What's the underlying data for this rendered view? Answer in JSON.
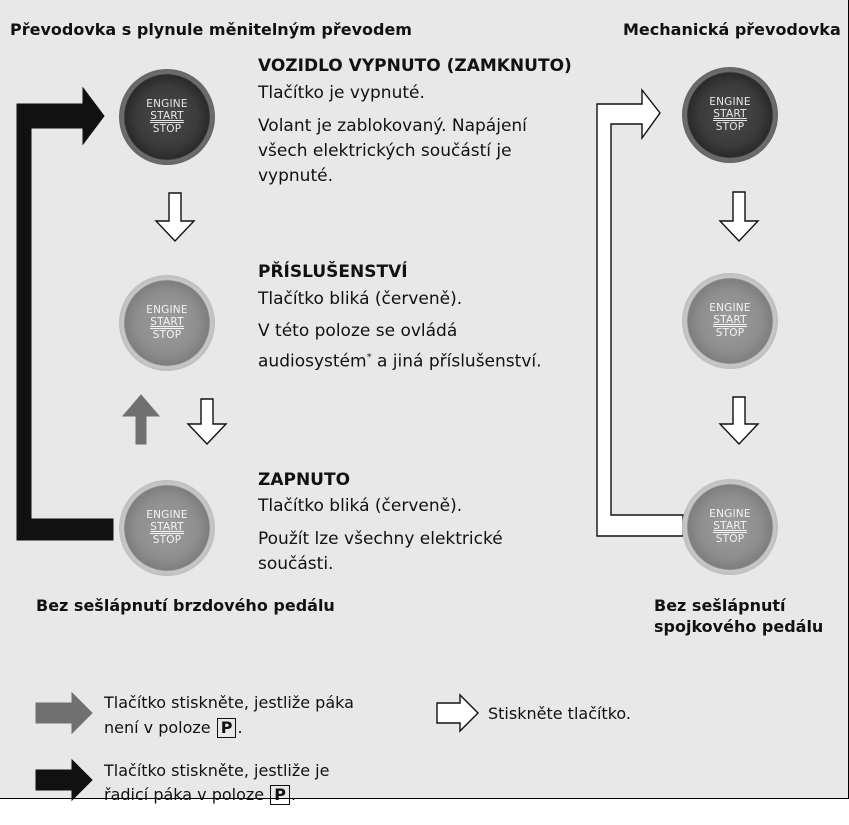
{
  "left_title": "Převodovka s plynule měnitelným převodem",
  "right_title": "Mechanická převodovka",
  "buttons": {
    "line1": "ENGINE",
    "line2": "START",
    "line3": "STOP"
  },
  "states": [
    {
      "heading": "VOZIDLO VYPNUTO (ZAMKNUTO)",
      "lines": [
        "Tlačítko je vypnuté.",
        "Volant je zablokovaný. Napájení",
        "všech elektrických součástí je",
        "vypnuté."
      ]
    },
    {
      "heading": "PŘÍSLUŠENSTVÍ",
      "lines": [
        "Tlačítko bliká (červeně).",
        "V této poloze se ovládá",
        "audiosystém",
        "*",
        " a jiná příslušenství."
      ]
    },
    {
      "heading": "ZAPNUTO",
      "lines": [
        "Tlačítko bliká (červeně).",
        "Použít lze všechny elektrické",
        "součásti."
      ]
    }
  ],
  "left_caption": "Bez sešlápnutí brzdového pedálu",
  "right_caption": [
    "Bez sešlápnutí",
    "spojkového pedálu"
  ],
  "legend": {
    "gray": [
      "Tlačítko stiskněte, jestliže páka",
      "není v poloze",
      "P",
      "."
    ],
    "white": "Stiskněte tlačítko.",
    "black": [
      "Tlačítko stiskněte, jestliže je",
      "řadicí páka v poloze",
      "P",
      "."
    ]
  },
  "colors": {
    "panel": "#e8e8e8",
    "gray_arrow": "#707070",
    "black_arrow": "#111111",
    "white_arrow": "#ffffff"
  }
}
